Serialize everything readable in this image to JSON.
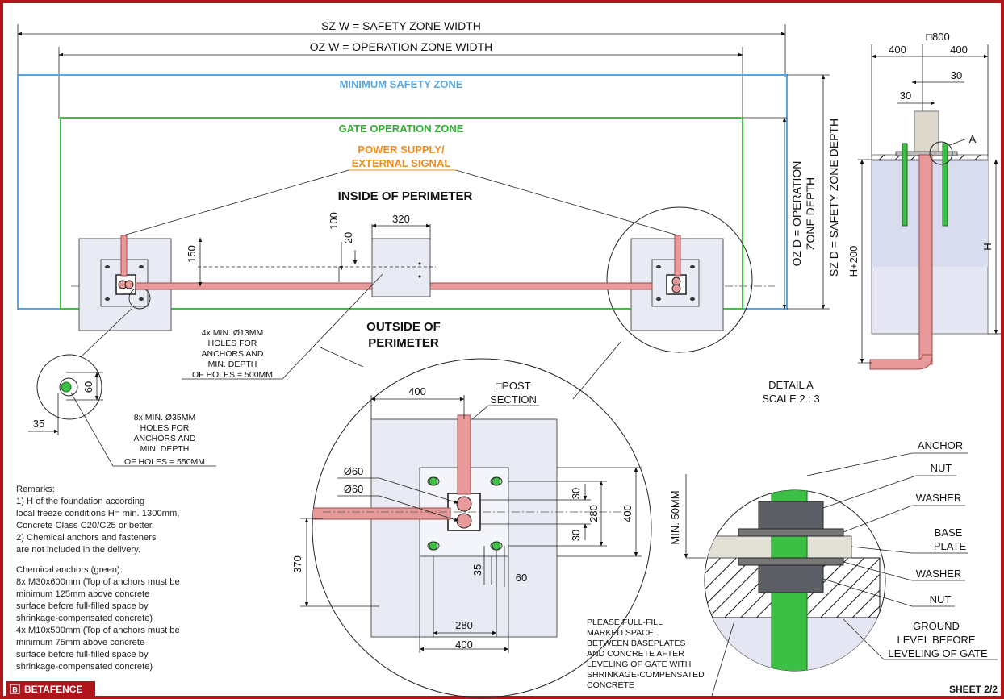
{
  "colors": {
    "frame": "#b0151b",
    "safety_zone": "#5aa7e0",
    "operation_zone": "#3cc441",
    "power_supply": "#f28c1b",
    "pipe": "#e89a9a",
    "anchor": "#3cbf45"
  },
  "plan": {
    "sz_width": "SZ W = SAFETY ZONE WIDTH",
    "oz_width": "OZ W = OPERATION ZONE WIDTH",
    "min_safety_zone": "MINIMUM SAFETY ZONE",
    "gate_operation_zone": "GATE OPERATION ZONE",
    "power_supply_1": "POWER SUPPLY/",
    "power_supply_2": "EXTERNAL SIGNAL",
    "inside_perimeter": "INSIDE OF PERIMETER",
    "outside_perimeter_1": "OUTSIDE OF",
    "outside_perimeter_2": "PERIMETER",
    "oz_depth_1": "OZ D = OPERATION",
    "oz_depth_2": "ZONE DEPTH",
    "sz_depth": "SZ D = SAFETY ZONE DEPTH",
    "dim_320": "320",
    "dim_100": "100",
    "dim_20": "20",
    "dim_150": "150",
    "holes13_1": "4x MIN. Ø13MM",
    "holes13_2": "HOLES FOR",
    "holes13_3": "ANCHORS AND",
    "holes13_4": "MIN. DEPTH",
    "holes13_5": "OF HOLES = 500MM",
    "dim_60": "60",
    "dim_35": "35",
    "holes35_1": "8x MIN. Ø35MM",
    "holes35_2": "HOLES FOR",
    "holes35_3": "ANCHORS AND",
    "holes35_4": "MIN. DEPTH",
    "holes35_5": "OF HOLES = 550MM"
  },
  "post": {
    "square": "□800",
    "dim_400_left": "400",
    "dim_400_right": "400",
    "dim_30_top": "30",
    "dim_30_left": "30",
    "detail_marker": "A",
    "h200": "H+200",
    "h": "H"
  },
  "detail_a": {
    "title": "DETAIL A",
    "scale": "SCALE 2 : 3",
    "anchor": "ANCHOR",
    "nut_top": "NUT",
    "washer_top": "WASHER",
    "base": "BASE",
    "plate": "PLATE",
    "washer_bottom": "WASHER",
    "nut_bottom": "NUT",
    "ground_1": "GROUND",
    "ground_2": "LEVEL BEFORE",
    "ground_3": "LEVELING OF GATE",
    "min50": "MIN. 50MM",
    "fill_1": "PLEASE FULL-FILL",
    "fill_2": "MARKED SPACE",
    "fill_3": "BETWEEN BASEPLATES",
    "fill_4": "AND CONCRETE AFTER",
    "fill_5": "LEVELING OF GATE WITH",
    "fill_6": "SHRINKAGE-COMPENSATED",
    "fill_7": "CONCRETE"
  },
  "post_section": {
    "title_1": "□POST",
    "title_2": "SECTION",
    "dim_400_top": "400",
    "dia_60_a": "Ø60",
    "dia_60_b": "Ø60",
    "dim_30_a": "30",
    "dim_280_v": "280",
    "dim_400_v": "400",
    "dim_30_b": "30",
    "dim_370": "370",
    "dim_35": "35",
    "dim_60": "60",
    "dim_280_h": "280",
    "dim_400_bottom": "400"
  },
  "remarks": {
    "r1": "Remarks:",
    "r2": "1) H of the foundation according",
    "r3": "local freeze conditions H= min. 1300mm,",
    "r4": "Concrete Class C20/C25 or better.",
    "r5": "2) Chemical anchors and fasteners",
    "r6": "are not included in the delivery.",
    "c1": "Chemical anchors (green):",
    "c2": "8x M30x600mm (Top of anchors must be",
    "c3": "minimum 125mm above concrete",
    "c4": "surface before full-filled space by",
    "c5": "shrinkage-compensated concrete)",
    "c6": "4x M10x500mm (Top of anchors must be",
    "c7": "minimum 75mm above concrete",
    "c8": "surface before full-filled space by",
    "c9": "shrinkage-compensated concrete)"
  },
  "footer": {
    "logo_mark": "B",
    "brand": "BETAFENCE",
    "sheet": "SHEET 2/2"
  }
}
